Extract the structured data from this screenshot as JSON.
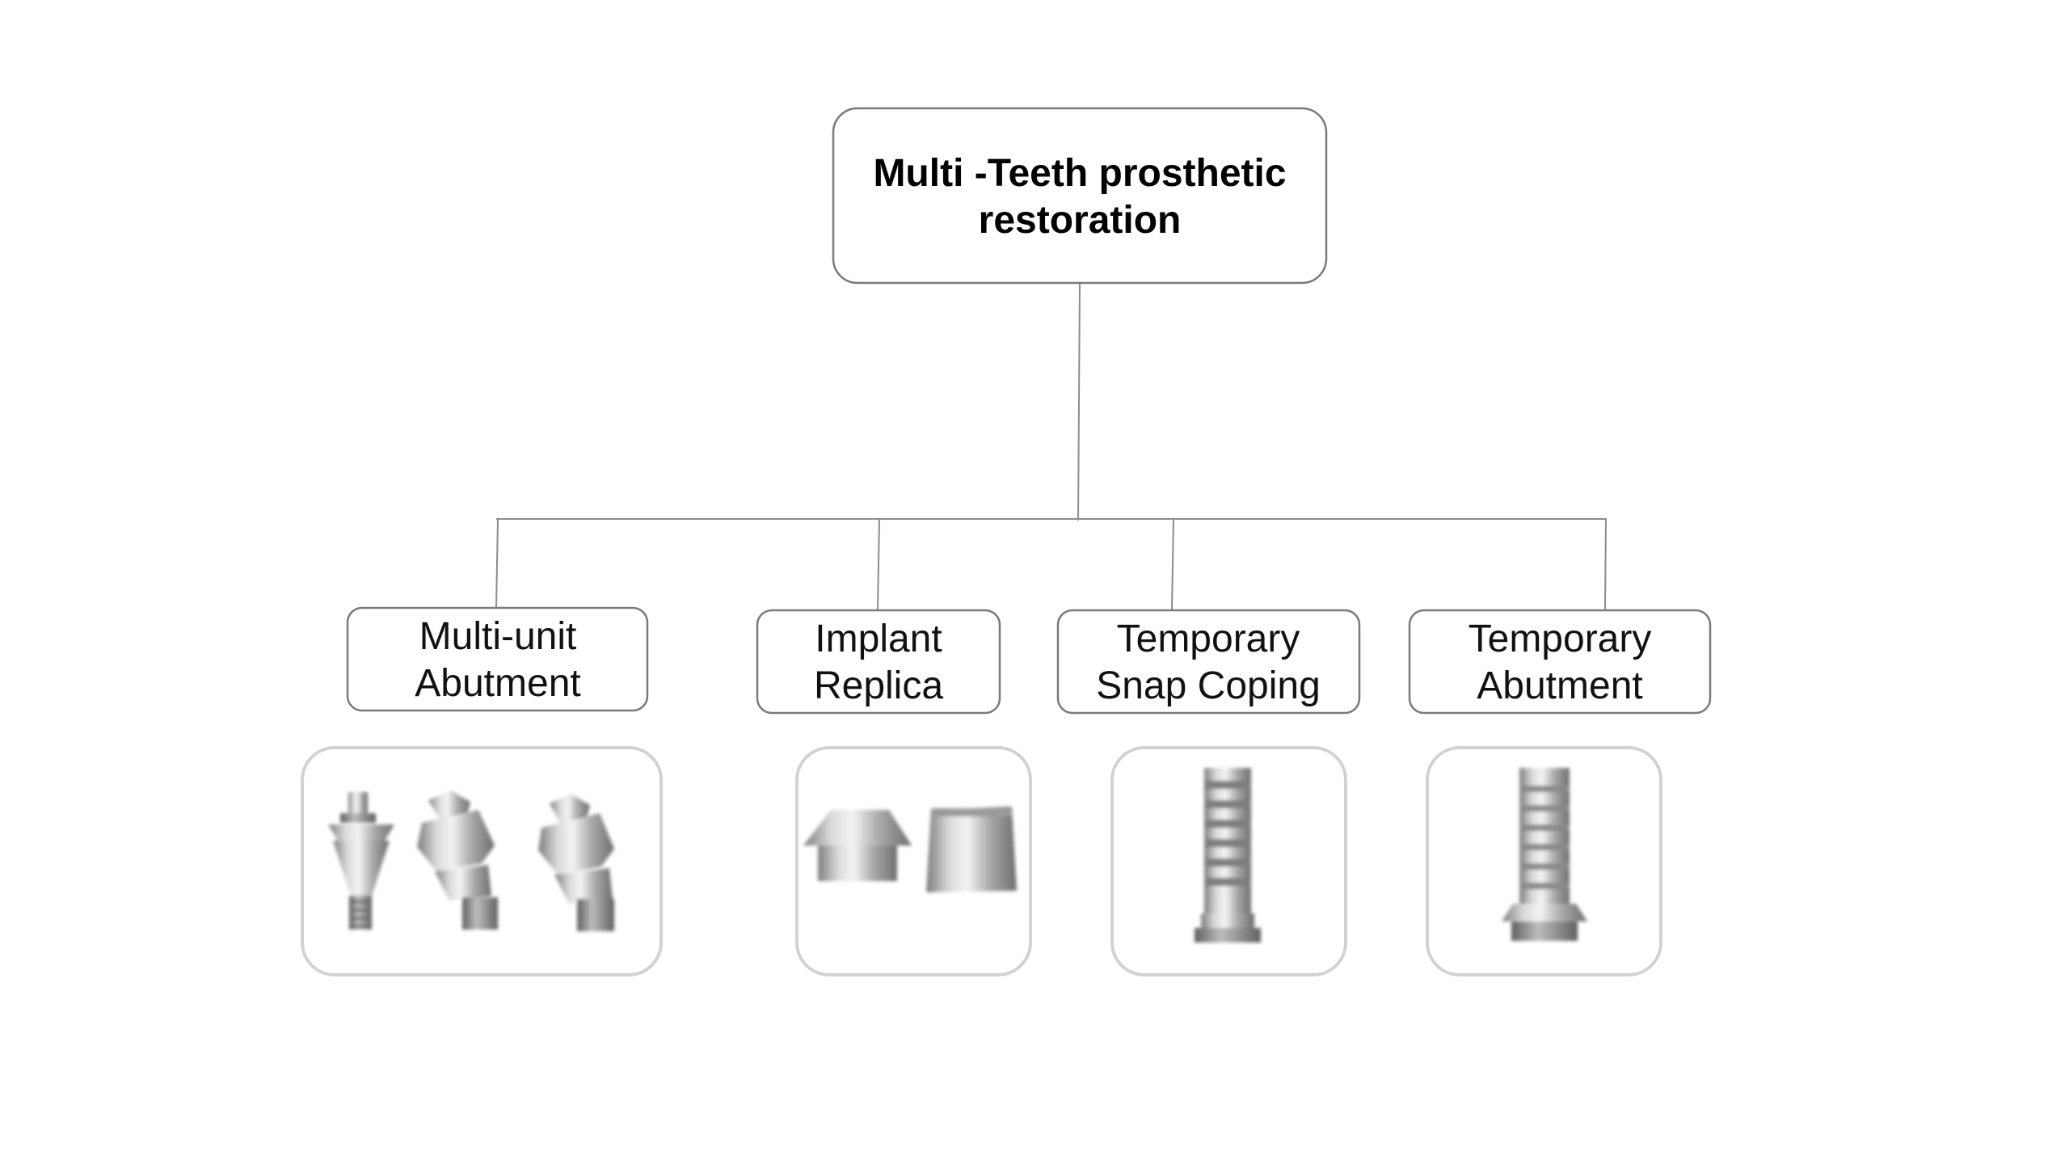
{
  "root": {
    "label_line1": "Multi -Teeth prosthetic",
    "label_line2": "restoration"
  },
  "children": [
    {
      "label_line1": "Multi-unit",
      "label_line2": "Abutment",
      "image": "multi-unit-abutment-parts"
    },
    {
      "label_line1": "Implant",
      "label_line2": "Replica",
      "image": "implant-replica-parts"
    },
    {
      "label_line1": "Temporary",
      "label_line2": "Snap Coping",
      "image": "temporary-snap-coping-part"
    },
    {
      "label_line1": "Temporary",
      "label_line2": "Abutment",
      "image": "temporary-abutment-part"
    }
  ]
}
